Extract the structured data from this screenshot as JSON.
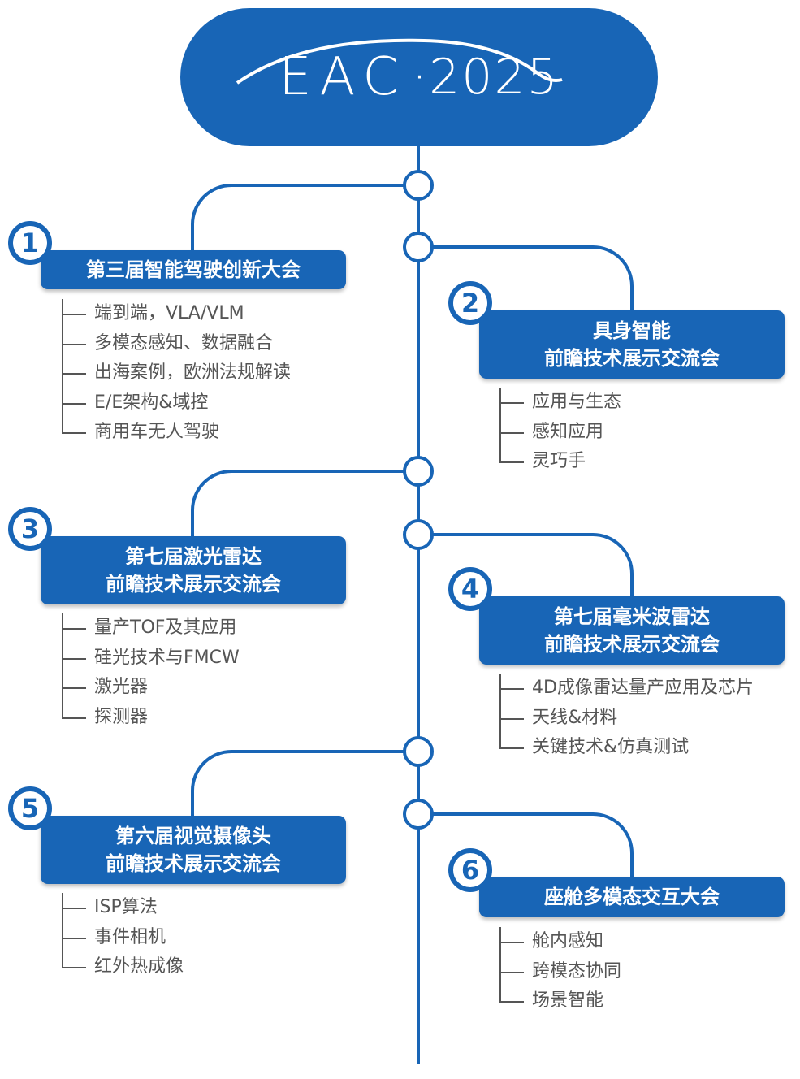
{
  "logo": {
    "brand": "EAC",
    "year": "·2025"
  },
  "sessions": [
    {
      "number": "1",
      "title_lines": [
        "第三届智能驾驶创新大会"
      ],
      "topics": [
        "端到端，VLA/VLM",
        "多模态感知、数据融合",
        "出海案例，欧洲法规解读",
        "E/E架构&域控",
        "商用车无人驾驶"
      ]
    },
    {
      "number": "2",
      "title_lines": [
        "具身智能",
        "前瞻技术展示交流会"
      ],
      "topics": [
        "应用与生态",
        "感知应用",
        "灵巧手"
      ]
    },
    {
      "number": "3",
      "title_lines": [
        "第七届激光雷达",
        "前瞻技术展示交流会"
      ],
      "topics": [
        "量产TOF及其应用",
        "硅光技术与FMCW",
        "激光器",
        "探测器"
      ]
    },
    {
      "number": "4",
      "title_lines": [
        "第七届毫米波雷达",
        "前瞻技术展示交流会"
      ],
      "topics": [
        "4D成像雷达量产应用及芯片",
        "天线&材料",
        "关键技术&仿真测试"
      ]
    },
    {
      "number": "5",
      "title_lines": [
        "第六届视觉摄像头",
        "前瞻技术展示交流会"
      ],
      "topics": [
        "ISP算法",
        "事件相机",
        "红外热成像"
      ]
    },
    {
      "number": "6",
      "title_lines": [
        "座舱多模态交互大会"
      ],
      "topics": [
        "舱内感知",
        "跨模态协同",
        "场景智能"
      ]
    }
  ],
  "colors": {
    "primary": "#1865b6",
    "line": "#1865b6",
    "topic_text": "#555555",
    "background": "#ffffff"
  }
}
